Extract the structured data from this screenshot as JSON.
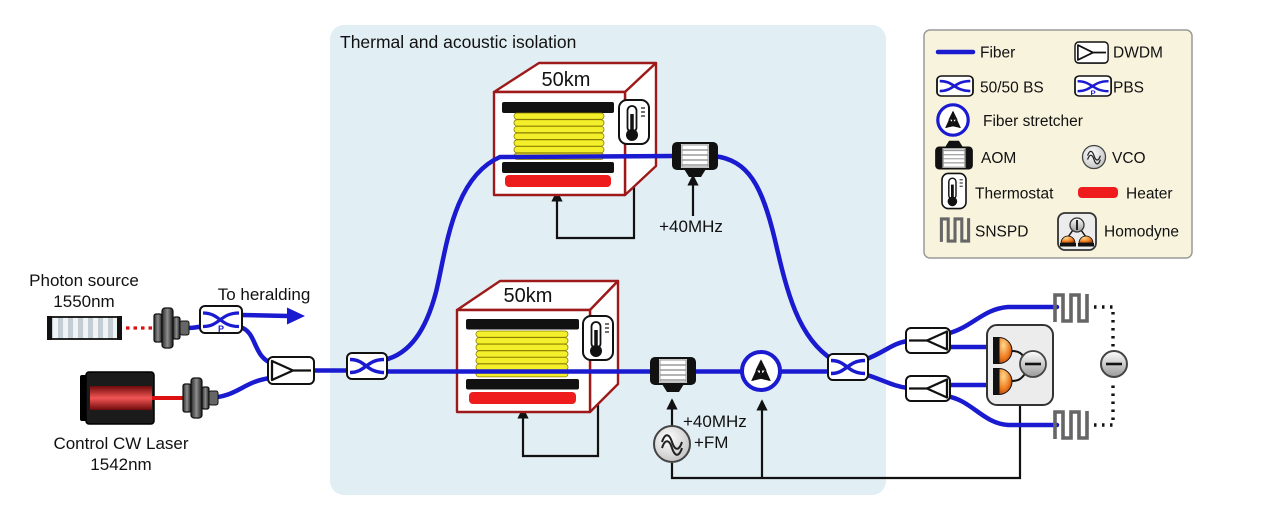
{
  "colors": {
    "fiber": "#1a1ad0",
    "isolation_bg": "#e1eef4",
    "legend_bg": "#f8f3dd",
    "spool_outline": "#9e1a1a",
    "heater": "#ee1c1c",
    "coil": "#f3ef2a",
    "beam_red": "#dd1111"
  },
  "isolation": {
    "label": "Thermal and acoustic isolation"
  },
  "sources": {
    "photon": {
      "name": "Photon source",
      "wavelength": "1550nm"
    },
    "laser": {
      "name": "Control CW Laser",
      "wavelength": "1542nm"
    },
    "heralding": "To heralding"
  },
  "spools": {
    "top": "50km",
    "bottom": "50km"
  },
  "rf": {
    "top_aom": "+40MHz",
    "bottom_aom": "+40MHz",
    "bottom_fm": "+FM"
  },
  "pbs_label": "P",
  "legend": {
    "fiber": "Fiber",
    "dwdm": "DWDM",
    "bs": "50/50 BS",
    "pbs": "PBS",
    "stretcher": "Fiber stretcher",
    "aom": "AOM",
    "vco": "VCO",
    "thermostat": "Thermostat",
    "heater": "Heater",
    "snspd": "SNSPD",
    "homodyne": "Homodyne"
  }
}
